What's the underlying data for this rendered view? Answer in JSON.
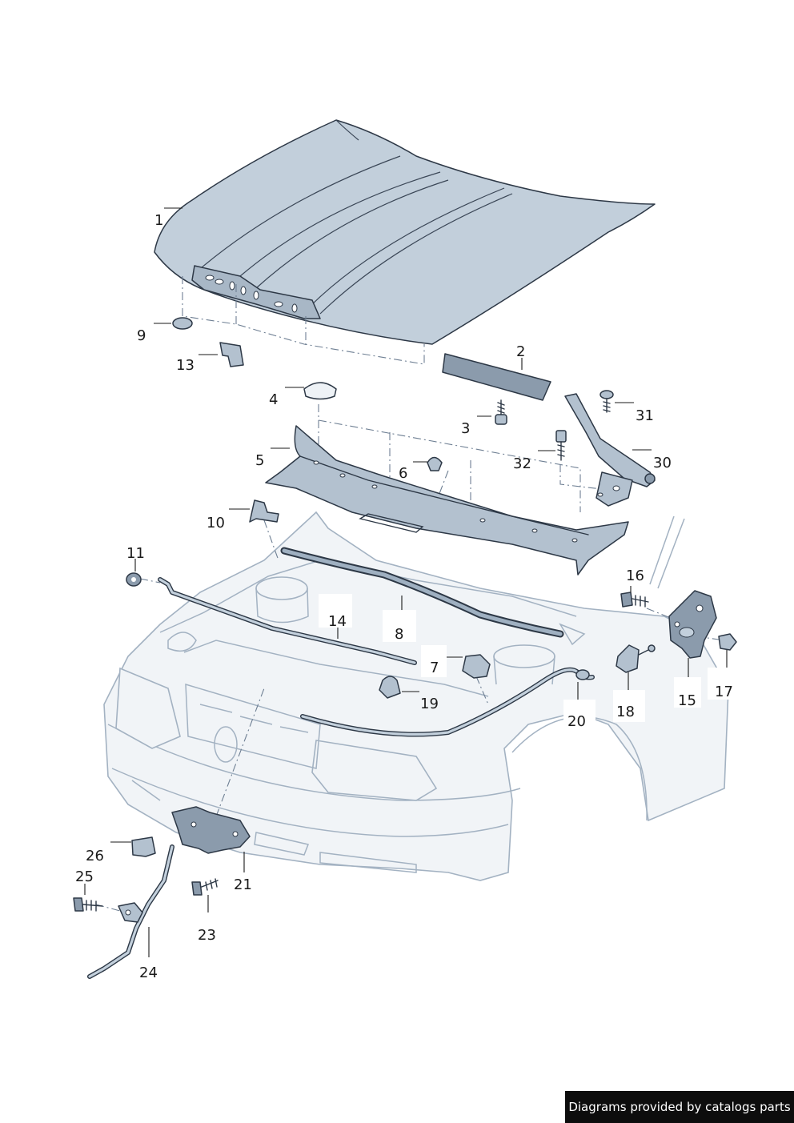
{
  "credit": "Diagrams provided by catalogs parts",
  "callouts": [
    {
      "id": "1",
      "text": "1"
    },
    {
      "id": "2",
      "text": "2"
    },
    {
      "id": "3",
      "text": "3"
    },
    {
      "id": "4",
      "text": "4"
    },
    {
      "id": "5",
      "text": "5"
    },
    {
      "id": "6",
      "text": "6"
    },
    {
      "id": "7",
      "text": "7"
    },
    {
      "id": "8",
      "text": "8"
    },
    {
      "id": "9",
      "text": "9"
    },
    {
      "id": "10",
      "text": "10"
    },
    {
      "id": "11",
      "text": "11"
    },
    {
      "id": "13",
      "text": "13"
    },
    {
      "id": "14",
      "text": "14"
    },
    {
      "id": "15",
      "text": "15"
    },
    {
      "id": "16",
      "text": "16"
    },
    {
      "id": "17",
      "text": "17"
    },
    {
      "id": "18",
      "text": "18"
    },
    {
      "id": "19",
      "text": "19"
    },
    {
      "id": "20",
      "text": "20"
    },
    {
      "id": "21",
      "text": "21"
    },
    {
      "id": "23",
      "text": "23"
    },
    {
      "id": "24",
      "text": "24"
    },
    {
      "id": "25",
      "text": "25"
    },
    {
      "id": "26",
      "text": "26"
    },
    {
      "id": "30",
      "text": "30"
    },
    {
      "id": "31",
      "text": "31"
    },
    {
      "id": "32",
      "text": "32"
    }
  ]
}
